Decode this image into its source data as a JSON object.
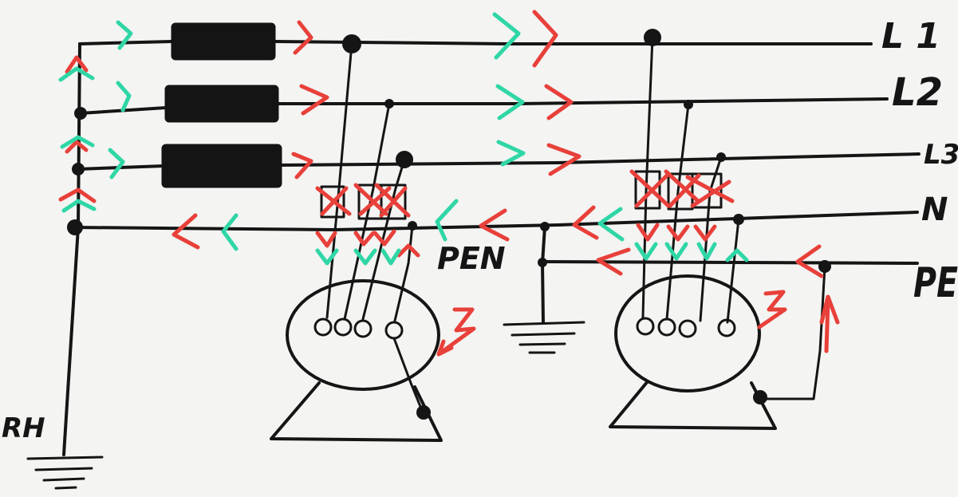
{
  "labels": {
    "l1": "L 1",
    "l2": "L2",
    "l3": "L3",
    "n": "N",
    "pe": "PE",
    "pen": "PEN",
    "ground": "RH"
  },
  "colors": {
    "ink": "#151515",
    "arrow_red": "#e8403a",
    "arrow_teal": "#2fd6a6",
    "paper": "#f4f4f2"
  }
}
